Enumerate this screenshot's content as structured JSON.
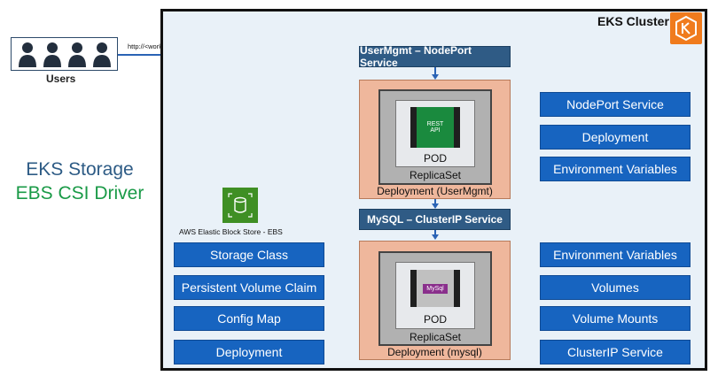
{
  "users": {
    "label": "Users",
    "url": "http://<workernode-public-ip>:<NodePort>/usermgmt/<apis>"
  },
  "storage": {
    "line1": "EKS Storage",
    "line2": "EBS CSI Driver",
    "line1_color": "#2d5b85",
    "line2_color": "#1a9a47"
  },
  "cluster": {
    "title": "EKS Cluster"
  },
  "ebs": {
    "label": "AWS Elastic Block Store - EBS"
  },
  "left_boxes": [
    "Storage Class",
    "Persistent Volume Claim",
    "Config Map",
    "Deployment"
  ],
  "usermgmt": {
    "service": "UserMgmt – NodePort Service",
    "container": [
      "REST",
      "API"
    ],
    "pod": "POD",
    "replicaset": "ReplicaSet",
    "deployment": "Deployment (UserMgmt)"
  },
  "mysql": {
    "service": "MySQL – ClusterIP Service",
    "container": "MySql",
    "pod": "POD",
    "replicaset": "ReplicaSet",
    "deployment": "Deployment (mysql)"
  },
  "right_top": [
    "NodePort Service",
    "Deployment",
    "Environment Variables"
  ],
  "right_bottom": [
    "Environment Variables",
    "Volumes",
    "Volume Mounts",
    "ClusterIP Service"
  ]
}
